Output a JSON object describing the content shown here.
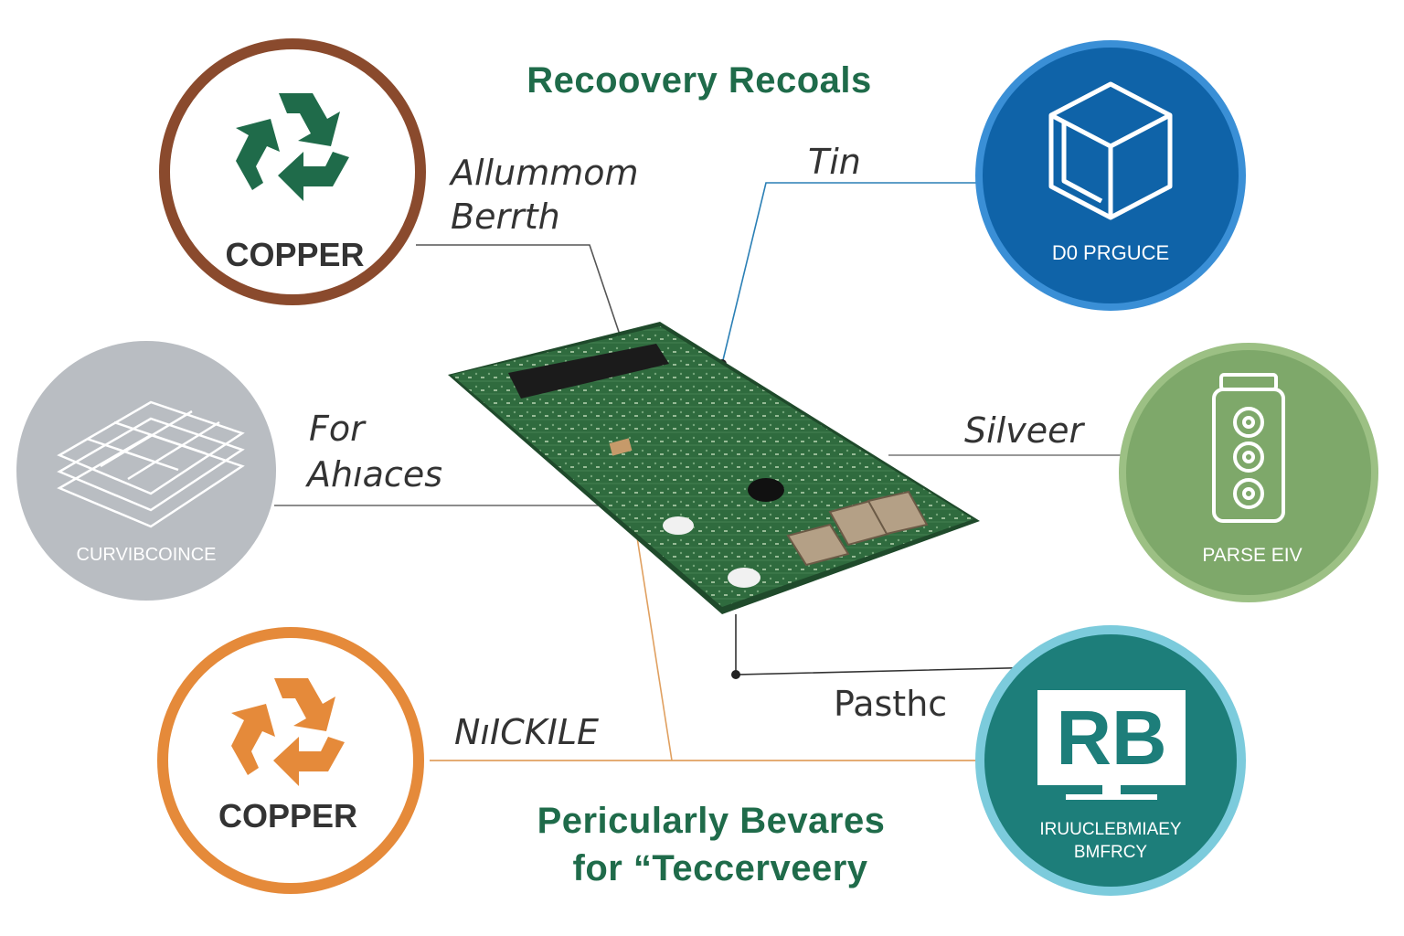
{
  "header": {
    "title": "Recoovery Recoals"
  },
  "footer": {
    "line1": "Pericularly Bevares",
    "line2": "for “Teccerveery"
  },
  "circles": [
    {
      "id": "top-left",
      "label": "COPPER",
      "ring_color": "#8a4a2d",
      "icon": "recycle-icon",
      "icon_color": "#1f6b4a"
    },
    {
      "id": "mid-left",
      "label": "CURVIBCOINCE",
      "fill_color": "#b9bdc2",
      "icon": "stacked-trays-icon"
    },
    {
      "id": "bottom-left",
      "label": "COPPER",
      "ring_color": "#e58a3a",
      "icon": "recycle-icon",
      "icon_color": "#e58a3a"
    },
    {
      "id": "top-right",
      "label": "D0 PRGUCE",
      "fill_color": "#0f63a8",
      "ring_color": "#3a8fd6",
      "icon": "cube-icon"
    },
    {
      "id": "mid-right",
      "label": "PARSE EIV",
      "fill_color": "#7ea86a",
      "ring_color": "#9cc084",
      "icon": "battery-jar-icon"
    },
    {
      "id": "bottom-right",
      "label1": "IRUUCLEBMIAEY",
      "label2": "BMFRCY",
      "logo_text": "RB",
      "fill_color": "#1d7e7a",
      "ring_color": "#7ccbdc",
      "icon": "monitor-icon"
    }
  ],
  "callouts": {
    "aluminum": [
      "Allummom",
      "Berrth"
    ],
    "tin": "Tin",
    "for": [
      "For",
      "Ahıaces"
    ],
    "silver": "Silveer",
    "nickel": "NıICKILE",
    "plastic": "Pasthc"
  },
  "colors": {
    "board": "#2f6b3e",
    "board_dark": "#1f4a2b",
    "line_gray": "#555555",
    "line_blue": "#2a7fb5",
    "line_orange": "#e0a060"
  }
}
